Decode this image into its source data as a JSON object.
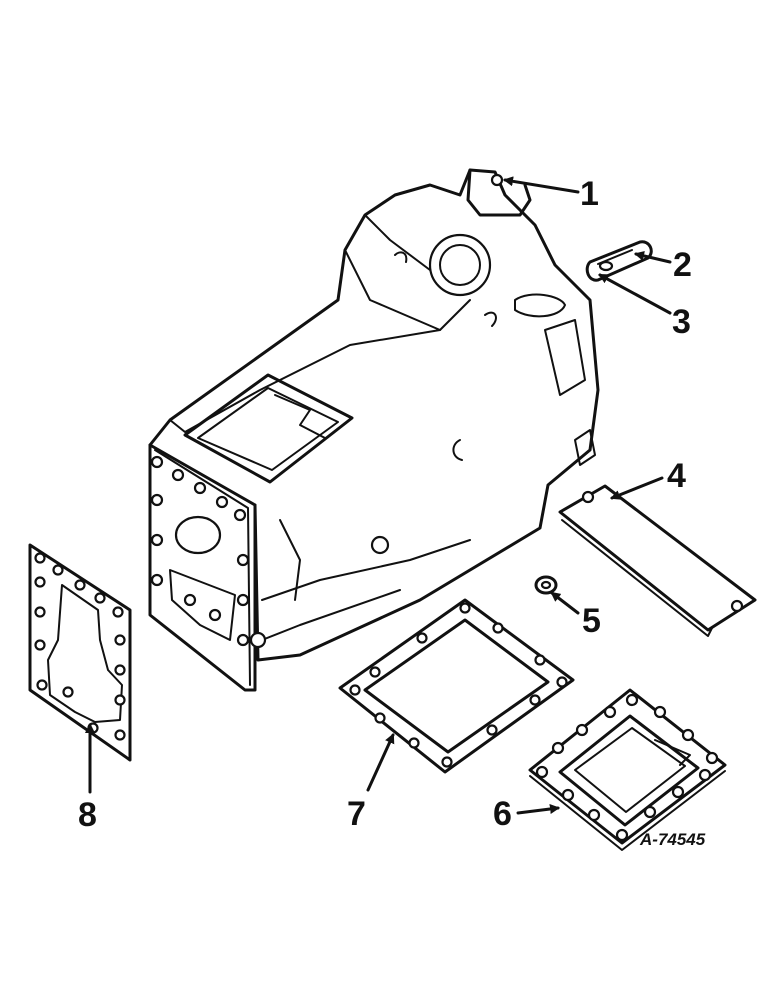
{
  "diagram": {
    "callouts": [
      {
        "id": "1",
        "label": "1"
      },
      {
        "id": "2",
        "label": "2"
      },
      {
        "id": "3",
        "label": "3"
      },
      {
        "id": "4",
        "label": "4"
      },
      {
        "id": "5",
        "label": "5"
      },
      {
        "id": "6",
        "label": "6"
      },
      {
        "id": "7",
        "label": "7"
      },
      {
        "id": "8",
        "label": "8"
      }
    ],
    "reference_code": "A-74545"
  }
}
